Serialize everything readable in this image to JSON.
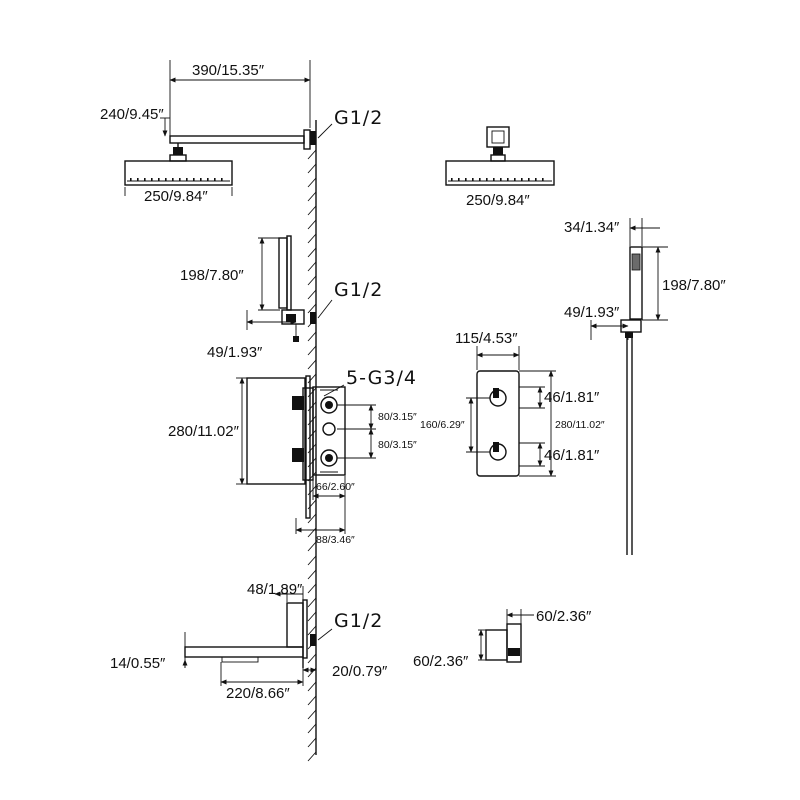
{
  "diagram": {
    "rain_head_top": {
      "arm_length": "390/15.35″",
      "arm_drop": "240/9.45″",
      "head_width": "250/9.84″",
      "connection": "G1/2"
    },
    "rain_head_alt": {
      "head_width": "250/9.84″"
    },
    "diverter_elbow": {
      "height": "198/7.80″",
      "offset": "49/1.93″",
      "connection": "G1/2"
    },
    "hand_shower": {
      "width": "34/1.34″",
      "height": "198/7.80″",
      "offset": "49/1.93″"
    },
    "valve_body": {
      "height": "280/11.02″",
      "connection": "5-G3/4",
      "spacing_1": "80/3.15″",
      "spacing_2": "80/3.15″",
      "depth_1": "66/2.60″",
      "depth_2": "88/3.46″"
    },
    "trim_plate": {
      "width": "115/4.53″",
      "handle_top": "46/1.81″",
      "handle_bottom": "46/1.81″",
      "handle_spacing": "160/6.29″",
      "height": "280/11.02″"
    },
    "tub_spout": {
      "back_width": "48/1.89″",
      "spout_thickness": "14/0.55″",
      "spout_length": "220/8.66″",
      "wall_gap": "20/0.79″",
      "connection": "G1/2"
    },
    "wall_outlet": {
      "width": "60/2.36″",
      "height": "60/2.36″"
    }
  }
}
